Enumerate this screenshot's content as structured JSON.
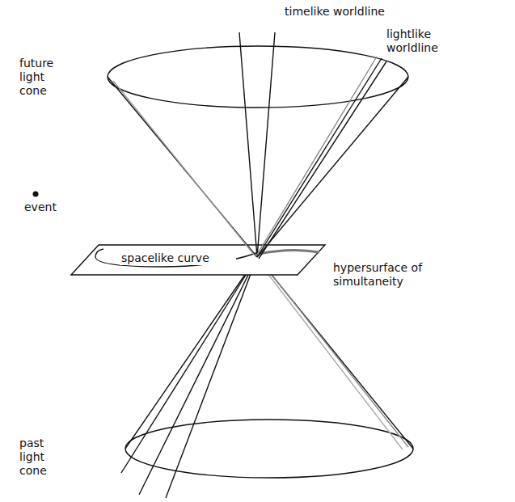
{
  "diagram": {
    "labels": [
      "timelike worldline",
      "lightlike worldline",
      "future light cone",
      "event",
      "spacelike curve",
      "hypersurface of simultaneity",
      "past light cone"
    ]
  }
}
